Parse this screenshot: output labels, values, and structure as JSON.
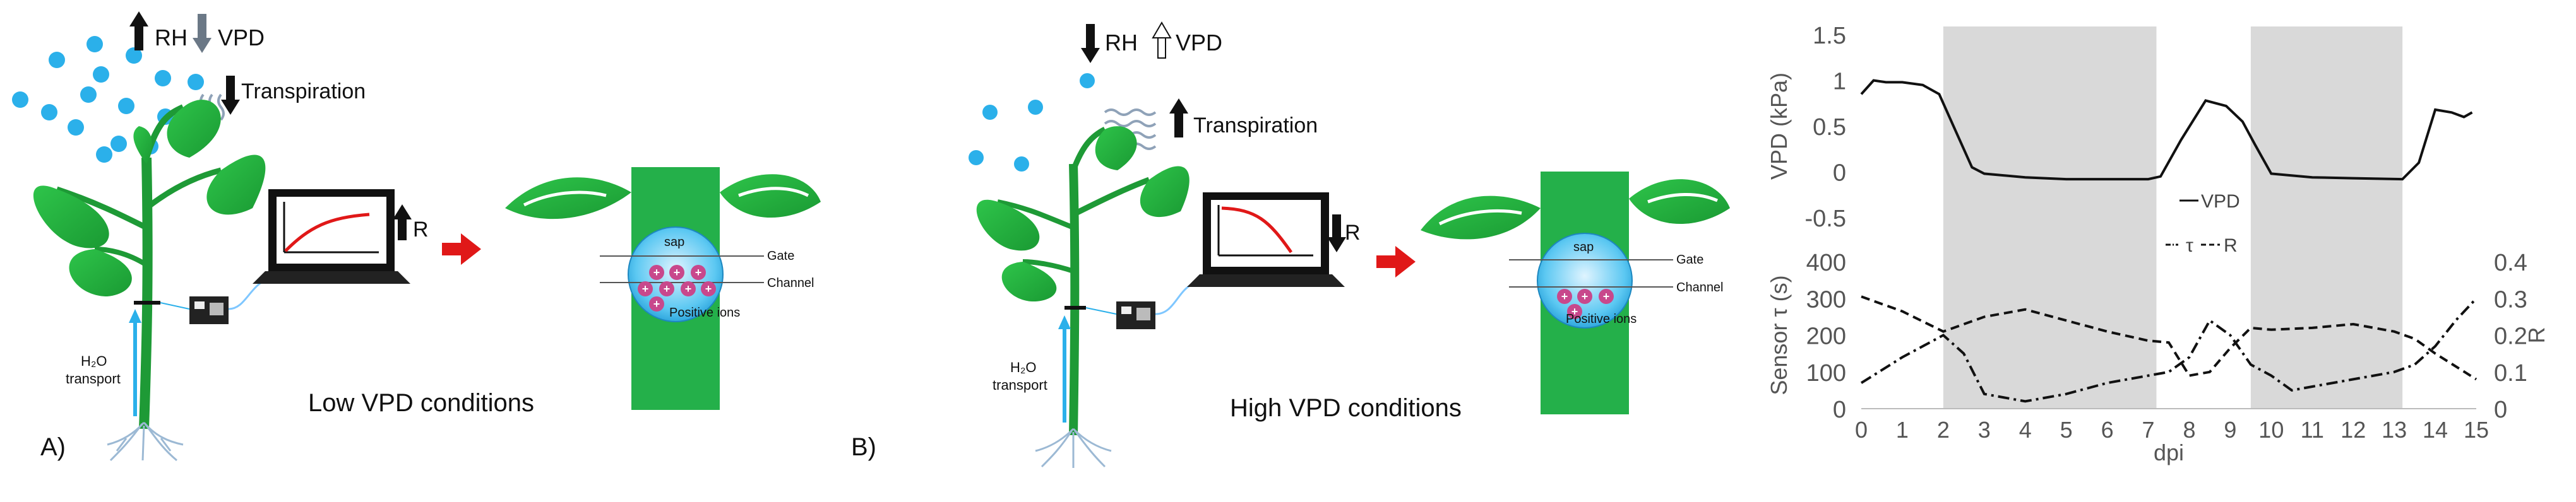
{
  "panelA": {
    "letter": "A)",
    "rh": "RH",
    "vpd": "VPD",
    "transpiration": "Transpiration",
    "r_label": "R",
    "sap": "sap",
    "gate": "Gate",
    "channel": "Channel",
    "positive_ions": "Positive ions",
    "h2o_line1": "H₂O",
    "h2o_line2": "transport",
    "condition": "Low VPD  conditions"
  },
  "panelB": {
    "letter": "B)",
    "rh": "RH",
    "vpd": "VPD",
    "transpiration": "Transpiration",
    "r_label": "R",
    "sap": "sap",
    "gate": "Gate",
    "channel": "Channel",
    "positive_ions": "Positive ions",
    "h2o_line1": "H₂O",
    "h2o_line2": "transport",
    "condition": "High VPD conditions"
  },
  "chart_data": [
    {
      "type": "line",
      "ylabel": "VPD (kPa)",
      "ylim": [
        -0.5,
        1.5
      ],
      "yticks": [
        "1.5",
        "1",
        "0.5",
        "0",
        "-0.5"
      ],
      "legend": "top-center",
      "shaded_intervals_dpi": [
        [
          2,
          7.2
        ],
        [
          9.5,
          13.2
        ]
      ],
      "series": [
        {
          "name": "VPD",
          "x": [
            0,
            0.3,
            0.6,
            1,
            1.5,
            1.9,
            2.3,
            2.7,
            3.0,
            4,
            5,
            6,
            7,
            7.3,
            7.8,
            8.4,
            8.9,
            9.3,
            9.6,
            10,
            11,
            12,
            13.2,
            13.6,
            14,
            14.4,
            14.7,
            14.9
          ],
          "y": [
            0.85,
            1.0,
            0.98,
            0.98,
            0.95,
            0.85,
            0.45,
            0.05,
            -0.02,
            -0.06,
            -0.08,
            -0.08,
            -0.08,
            -0.05,
            0.35,
            0.78,
            0.72,
            0.55,
            0.3,
            -0.02,
            -0.06,
            -0.07,
            -0.08,
            0.1,
            0.68,
            0.65,
            0.6,
            0.65
          ]
        }
      ]
    },
    {
      "type": "line",
      "xlabel": "dpi",
      "ylabel": "Sensor τ (s)",
      "ylabel_right": "R",
      "xlim": [
        0,
        15
      ],
      "xticks": [
        "0",
        "1",
        "2",
        "3",
        "4",
        "5",
        "6",
        "7",
        "8",
        "9",
        "10",
        "11",
        "12",
        "13",
        "14",
        "15"
      ],
      "ylim": [
        0,
        400
      ],
      "yticks": [
        "400",
        "300",
        "200",
        "100",
        "0"
      ],
      "ylim_right": [
        0,
        0.4
      ],
      "yticks_right": [
        "0.4",
        "0.3",
        "0.2",
        "0.1",
        "0"
      ],
      "legend": "top-center",
      "shaded_intervals_dpi": [
        [
          2,
          7.2
        ],
        [
          9.5,
          13.2
        ]
      ],
      "series": [
        {
          "name": "τ",
          "axis": "left",
          "x": [
            0,
            1,
            2,
            3,
            4,
            5,
            6,
            7,
            7.5,
            8,
            8.5,
            9,
            9.5,
            10,
            11,
            12,
            13,
            13.5,
            14,
            15
          ],
          "y": [
            305,
            265,
            210,
            250,
            270,
            240,
            210,
            185,
            180,
            90,
            100,
            165,
            220,
            215,
            220,
            230,
            210,
            190,
            150,
            80
          ]
        },
        {
          "name": "R",
          "axis": "right",
          "x": [
            0,
            1,
            2,
            2.5,
            3,
            4,
            5,
            6,
            7,
            7.5,
            8,
            8.5,
            9,
            9.5,
            10,
            10.5,
            11,
            12,
            13,
            13.5,
            14,
            14.5,
            15
          ],
          "y": [
            0.07,
            0.14,
            0.2,
            0.15,
            0.04,
            0.02,
            0.04,
            0.07,
            0.09,
            0.1,
            0.14,
            0.24,
            0.2,
            0.12,
            0.09,
            0.05,
            0.06,
            0.08,
            0.1,
            0.12,
            0.17,
            0.24,
            0.3
          ]
        }
      ]
    }
  ]
}
